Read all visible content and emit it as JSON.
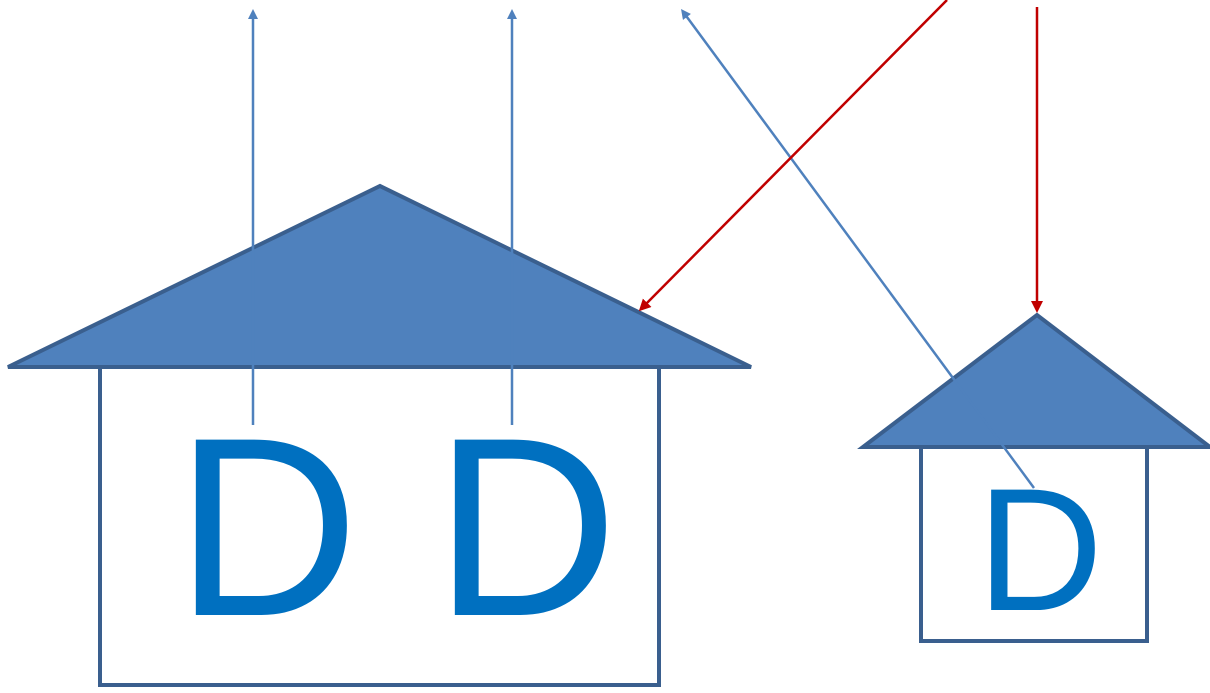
{
  "colors": {
    "background": "#ffffff",
    "roof_fill": "#4f81bd",
    "outline": "#3a5f8e",
    "letter": "#0070c0",
    "blue_arrow": "#4f81bd",
    "red_arrow": "#c00000"
  },
  "large_house": {
    "letters": [
      "D",
      "D"
    ]
  },
  "small_house": {
    "letters": [
      "D"
    ]
  },
  "arrows": [
    {
      "name": "blue-arrow-left",
      "color": "blue"
    },
    {
      "name": "blue-arrow-middle",
      "color": "blue"
    },
    {
      "name": "blue-arrow-diagonal",
      "color": "blue"
    },
    {
      "name": "red-arrow-diagonal",
      "color": "red"
    },
    {
      "name": "red-arrow-vertical",
      "color": "red"
    }
  ]
}
